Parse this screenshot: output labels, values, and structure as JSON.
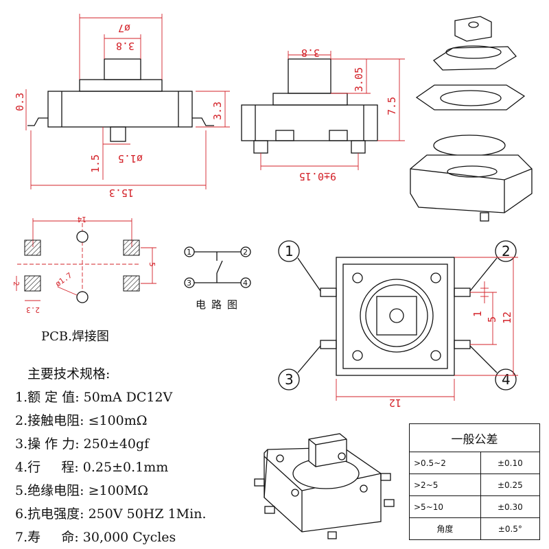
{
  "dimensions": {
    "side_view_button_dia": "ø7",
    "side_view_actuator_width": "3.8",
    "side_view_lead_thickness": "0.3",
    "side_view_body_height": "3.3",
    "side_view_post_height": "1.5",
    "side_view_post_dia": "ø1.5",
    "side_view_overall_length": "15.3",
    "front_view_actuator_width": "3.8",
    "front_view_actuator_height": "3.05",
    "front_view_total_height": "7.5",
    "front_view_pin_spacing": "9±0.15",
    "pcb_pad_pitch_x": "14",
    "pcb_pad_pitch_y": "5",
    "pcb_pad_size_y": "2",
    "pcb_pad_size_x": "2.3",
    "pcb_hole_dia": "ø1.7",
    "top_view_pin_width": "1",
    "top_view_pin_pitch": "5",
    "top_view_body_height": "12",
    "top_view_body_width": "12"
  },
  "pins": {
    "p1": "1",
    "p2": "2",
    "p3": "3",
    "p4": "4"
  },
  "circuit": {
    "caption": "电路图",
    "n1": "1",
    "n2": "2",
    "n3": "3",
    "n4": "4"
  },
  "pcb_caption": "PCB.焊接图",
  "specs": {
    "title": "主要技术规格:",
    "items": [
      {
        "label": "1.额 定 值:",
        "value": "50mA DC12V"
      },
      {
        "label": "2.接触电阻:",
        "value": "≤100mΩ"
      },
      {
        "label": "3.操 作 力:",
        "value": "250±40gf"
      },
      {
        "label": "4.行     程:",
        "value": "0.25±0.1mm"
      },
      {
        "label": "5.绝缘电阻:",
        "value": "≥100MΩ"
      },
      {
        "label": "6.抗电强度:",
        "value": "250V 50HZ 1Min."
      },
      {
        "label": "7.寿     命:",
        "value": "30,000 Cycles"
      }
    ]
  },
  "tolerance": {
    "title": "一般公差",
    "rows": [
      {
        "range": ">0.5~2",
        "value": "±0.10"
      },
      {
        "range": ">2~5",
        "value": "±0.25"
      },
      {
        "range": ">5~10",
        "value": "±0.30"
      },
      {
        "range": "角度",
        "value": "±0.5°"
      }
    ]
  },
  "colors": {
    "dimension": "#d32027",
    "ink": "#111111"
  }
}
